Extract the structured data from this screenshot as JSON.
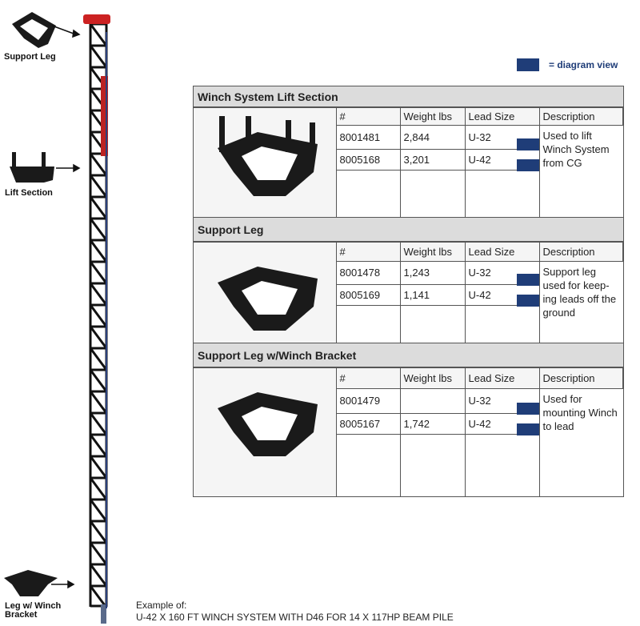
{
  "legend": {
    "label": "= diagram view",
    "color": "#1f3d78"
  },
  "diagram_labels": {
    "support_leg": "Support Leg",
    "lift_section": "Lift Section",
    "leg_winch_1": "Leg w/ Winch",
    "leg_winch_2": "Bracket"
  },
  "columns": [
    "#",
    "Weight lbs",
    "Lead Size",
    "Description"
  ],
  "sections": [
    {
      "title": "Winch System Lift Section",
      "rows": [
        {
          "num": "8001481",
          "weight": "2,844",
          "lead": "U-32"
        },
        {
          "num": "8005168",
          "weight": "3,201",
          "lead": "U-42"
        }
      ],
      "description": "Used to lift Winch System from CG"
    },
    {
      "title": "Support Leg",
      "rows": [
        {
          "num": "8001478",
          "weight": "1,243",
          "lead": "U-32"
        },
        {
          "num": "8005169",
          "weight": "1,141",
          "lead": "U-42"
        }
      ],
      "description": "Support leg used for keep-ing leads off the ground"
    },
    {
      "title": "Support Leg w/Winch Bracket",
      "rows": [
        {
          "num": "8001479",
          "weight": "",
          "lead": "U-32"
        },
        {
          "num": "8005167",
          "weight": "1,742",
          "lead": "U-42"
        }
      ],
      "description": "Used for mounting Winch to lead"
    }
  ],
  "footer": {
    "line1": "Example of:",
    "line2": "U-42 X 160 FT WINCH SYSTEM WITH D46 FOR 14 X 117HP BEAM PILE"
  }
}
